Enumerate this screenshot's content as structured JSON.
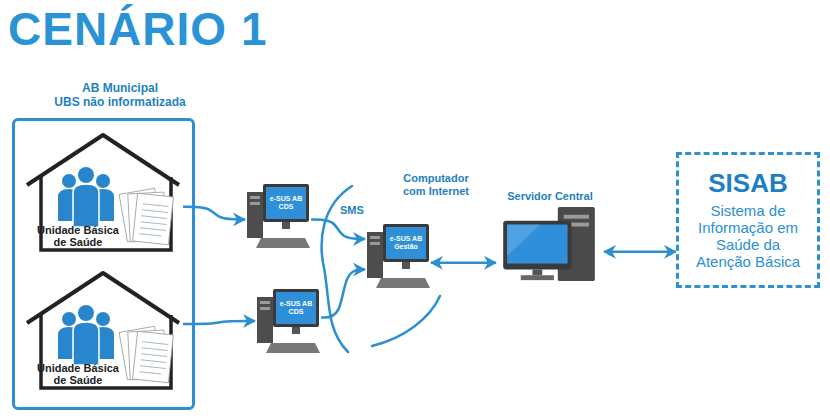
{
  "diagram": {
    "title": "CENÁRIO 1",
    "nodes": [
      {
        "text": [
          "AB Municipal",
          "UBS não informatizada"
        ]
      },
      {
        "text": [
          "Unidade Básica de Saúde"
        ],
        "in": 0
      },
      {
        "text": [
          "Unidade Básica de Saúde"
        ],
        "in": 0
      },
      {
        "text": [
          "e-SUS AB CDS"
        ]
      },
      {
        "text": [
          "e-SUS AB CDS"
        ]
      },
      {
        "text": [
          "e-SUS AB Gestão"
        ]
      },
      {
        "text": [
          "Servidor Central"
        ]
      },
      {
        "text": [
          "SISAB",
          "Sistema de Informação em Saúde da Atenção Básica"
        ]
      }
    ],
    "edges": [
      {
        "from": 1,
        "to": 3,
        "arrow": "to"
      },
      {
        "from": 2,
        "to": 4,
        "arrow": "to"
      },
      {
        "from": 3,
        "to": 5,
        "arrow": "to"
      },
      {
        "from": 4,
        "to": 5,
        "arrow": "to"
      },
      {
        "from": 5,
        "to": 6,
        "arrow": "both"
      },
      {
        "from": 6,
        "to": 7,
        "arrow": "both"
      }
    ],
    "labels": [
      "SMS",
      "Computador com Internet"
    ]
  }
}
